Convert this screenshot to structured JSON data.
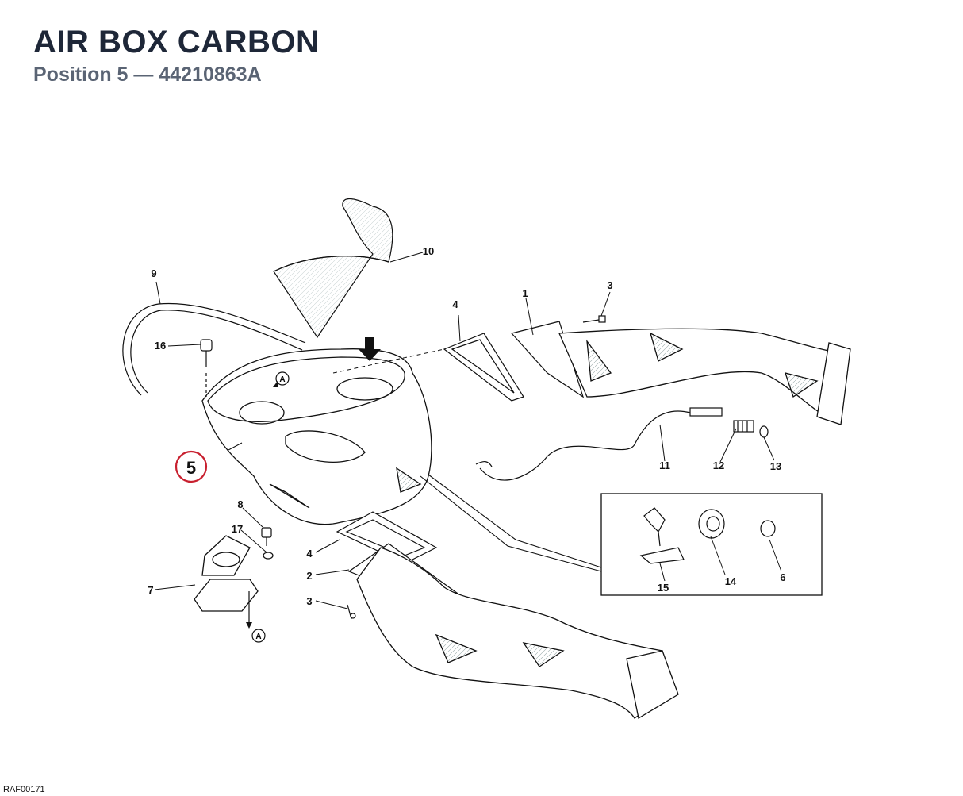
{
  "header": {
    "title": "AIR BOX CARBON",
    "subtitle": "Position 5 — 44210863A"
  },
  "diagram": {
    "highlight_label": "5",
    "highlight_color": "#c8202f",
    "ref_marker": "A",
    "labels": {
      "p1": "1",
      "p2": "2",
      "p3a": "3",
      "p3b": "3",
      "p4a": "4",
      "p4b": "4",
      "p6": "6",
      "p7": "7",
      "p8": "8",
      "p9": "9",
      "p10": "10",
      "p11": "11",
      "p12": "12",
      "p13": "13",
      "p14": "14",
      "p15": "15",
      "p16": "16",
      "p17": "17"
    }
  },
  "footer": {
    "drawing_code": "RAF00171"
  }
}
